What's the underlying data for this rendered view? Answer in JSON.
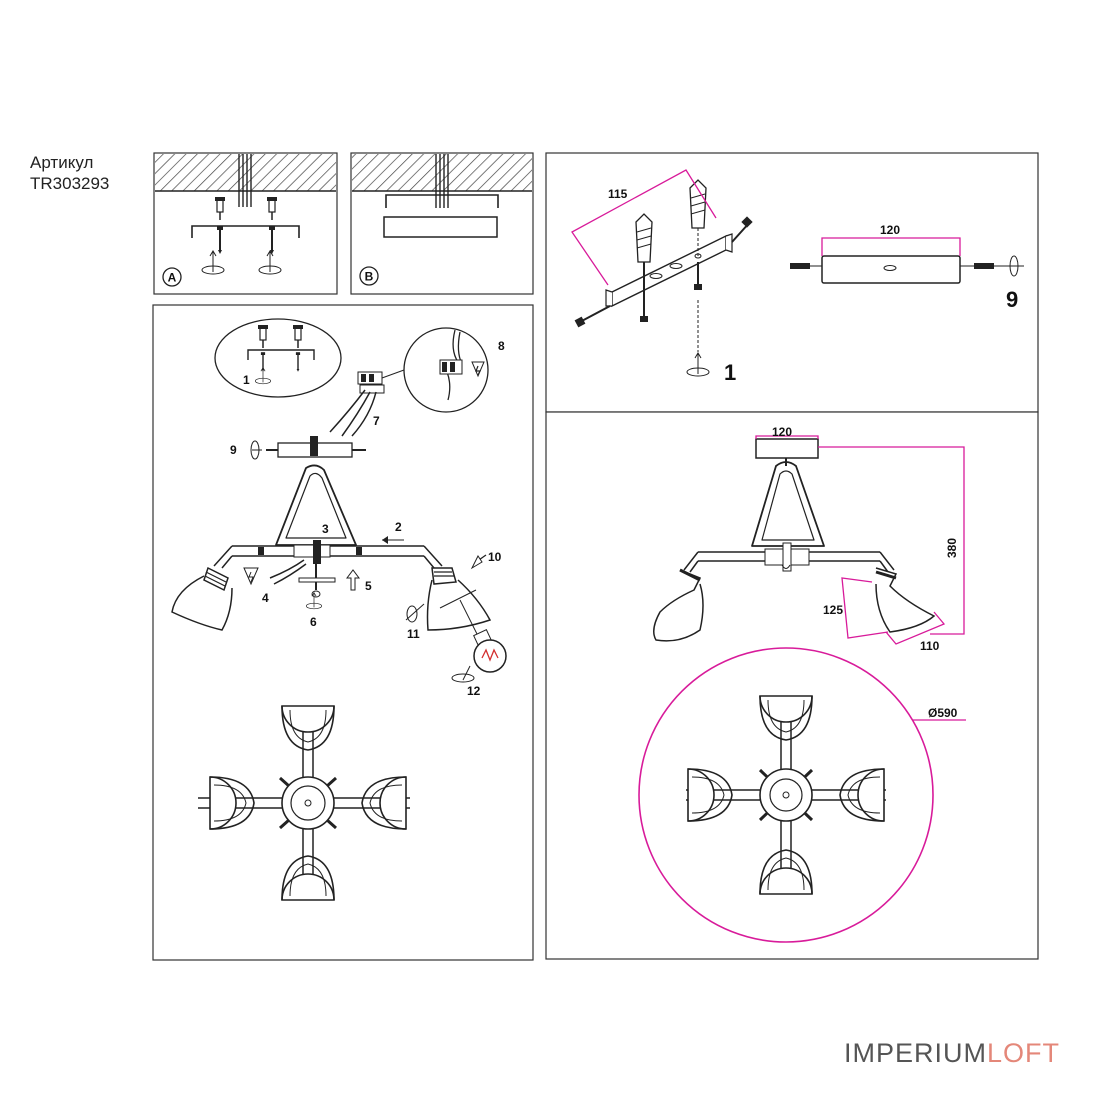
{
  "header": {
    "article_label": "Артикул",
    "article_code": "TR303293"
  },
  "panel_a": {
    "badge": "A"
  },
  "panel_b": {
    "badge": "B"
  },
  "steps": [
    "1",
    "2",
    "3",
    "4",
    "5",
    "6",
    "7",
    "8",
    "9",
    "10",
    "11",
    "12"
  ],
  "bracket_view": {
    "dim_width": "115",
    "step_label": "1"
  },
  "plate_view": {
    "dim_width": "120",
    "step_label": "9"
  },
  "dimensions": {
    "canopy": "120",
    "height": "380",
    "shade_height": "125",
    "shade_width": "110",
    "diameter": "Ø590"
  },
  "brand": {
    "part1": "IMPERIUM",
    "part2": "LOFT"
  },
  "colors": {
    "dimension": "#d81b9a",
    "brand_accent": "#e48779",
    "brand_base": "#555555"
  }
}
